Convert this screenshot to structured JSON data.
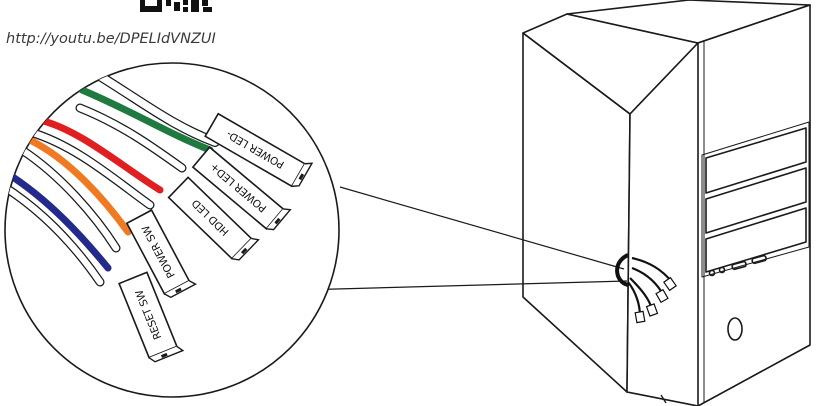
{
  "header": {
    "url": "http://youtu.be/DPELIdVNZUI"
  },
  "connectors": [
    {
      "label": "POWER LED-"
    },
    {
      "label": "POWER LED+"
    },
    {
      "label": "HDD LED"
    },
    {
      "label": "POWER SW"
    },
    {
      "label": "RESET SW"
    }
  ],
  "colors": {
    "green_wire": "#1e7a3e",
    "red_wire": "#e02020",
    "orange_wire": "#f07a22",
    "blue_wire": "#232a8c",
    "line": "#1a1a1a",
    "background": "#ffffff"
  }
}
